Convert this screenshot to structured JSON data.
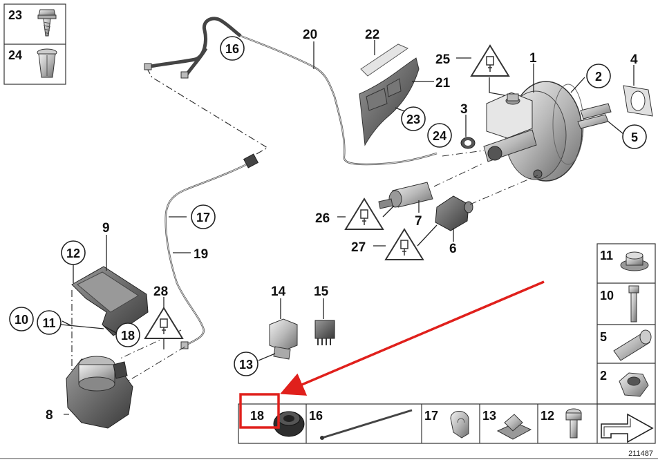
{
  "callouts_plain": [
    {
      "id": "c23a",
      "text": "23"
    },
    {
      "id": "c24a",
      "text": "24"
    },
    {
      "id": "c20",
      "text": "20"
    },
    {
      "id": "c22",
      "text": "22"
    },
    {
      "id": "c21",
      "text": "21"
    },
    {
      "id": "c25",
      "text": "25"
    },
    {
      "id": "c1",
      "text": "1"
    },
    {
      "id": "c4",
      "text": "4"
    },
    {
      "id": "c3",
      "text": "3"
    },
    {
      "id": "c26",
      "text": "26"
    },
    {
      "id": "c7",
      "text": "7"
    },
    {
      "id": "c27",
      "text": "27"
    },
    {
      "id": "c6",
      "text": "6"
    },
    {
      "id": "c9",
      "text": "9"
    },
    {
      "id": "c19",
      "text": "19"
    },
    {
      "id": "c28",
      "text": "28"
    },
    {
      "id": "c14",
      "text": "14"
    },
    {
      "id": "c15",
      "text": "15"
    },
    {
      "id": "c8",
      "text": "8"
    }
  ],
  "callouts_circled": [
    {
      "id": "o16",
      "text": "16"
    },
    {
      "id": "o2",
      "text": "2"
    },
    {
      "id": "o5",
      "text": "5"
    },
    {
      "id": "o23",
      "text": "23"
    },
    {
      "id": "o24",
      "text": "24"
    },
    {
      "id": "o17",
      "text": "17"
    },
    {
      "id": "o12",
      "text": "12"
    },
    {
      "id": "o10",
      "text": "10"
    },
    {
      "id": "o11",
      "text": "11"
    },
    {
      "id": "o18",
      "text": "18"
    },
    {
      "id": "o13",
      "text": "13"
    }
  ],
  "legend_right": [
    "11",
    "10",
    "5",
    "2"
  ],
  "legend_bottom": [
    "18",
    "16",
    "17",
    "13",
    "12"
  ],
  "legend_topleft": [
    "23",
    "24"
  ],
  "reference_number": "211487",
  "colors": {
    "highlight": "#e0201c",
    "line": "#222222",
    "part_light": "#d9d9d9",
    "part_dark": "#5a5a5a"
  }
}
